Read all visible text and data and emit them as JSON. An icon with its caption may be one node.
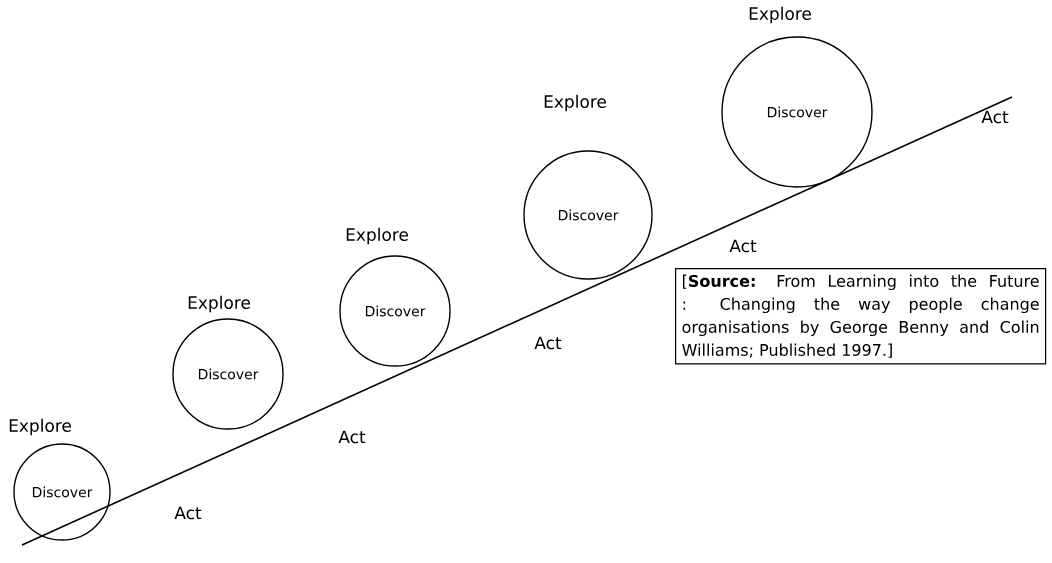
{
  "diagram": {
    "nodes": [
      {
        "text": [
          "Explore",
          "Discover"
        ]
      },
      {
        "text": [
          "Explore",
          "Discover"
        ]
      },
      {
        "text": [
          "Explore",
          "Discover"
        ]
      },
      {
        "text": [
          "Explore",
          "Discover"
        ]
      },
      {
        "text": [
          "Explore",
          "Discover"
        ]
      },
      {
        "text": [
          "[**Source:** From Learning into the Future : Changing the way people change organisations by George Benny and Colin Williams; Published 1997.]"
        ]
      }
    ],
    "labels": [
      "Act",
      "Act",
      "Act",
      "Act",
      "Act"
    ]
  }
}
